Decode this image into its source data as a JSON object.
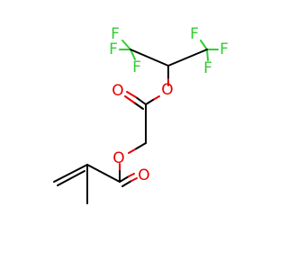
{
  "molecule": {
    "colors": {
      "bond": "#000000",
      "oxygen": "#e60000",
      "fluorine": "#33cc33",
      "background": "#ffffff"
    },
    "labels": {
      "f_top_left": "F",
      "f_left": "F",
      "f_lower_left": "F",
      "f_top_right": "F",
      "f_right": "F",
      "f_lower_right": "F",
      "o_ester_hfip": "O",
      "o_carbonyl_1": "O",
      "o_ester_glycolate": "O",
      "o_carbonyl_2": "O"
    }
  }
}
